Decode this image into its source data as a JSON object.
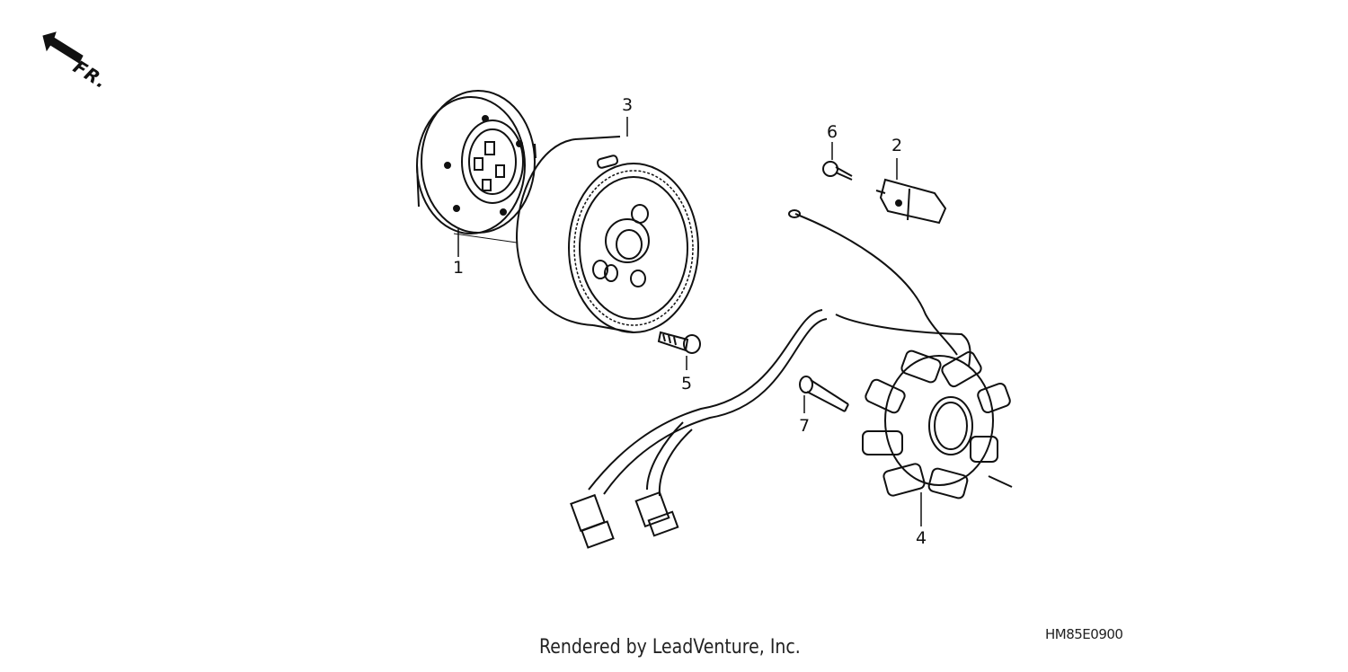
{
  "direction_label": "FR.",
  "callouts": {
    "c1": "1",
    "c2": "2",
    "c3": "3",
    "c4": "4",
    "c5": "5",
    "c6": "6",
    "c7": "7"
  },
  "footer": {
    "credit": "Rendered by LeadVenture, Inc.",
    "diagram_code": "HM85E0900"
  }
}
